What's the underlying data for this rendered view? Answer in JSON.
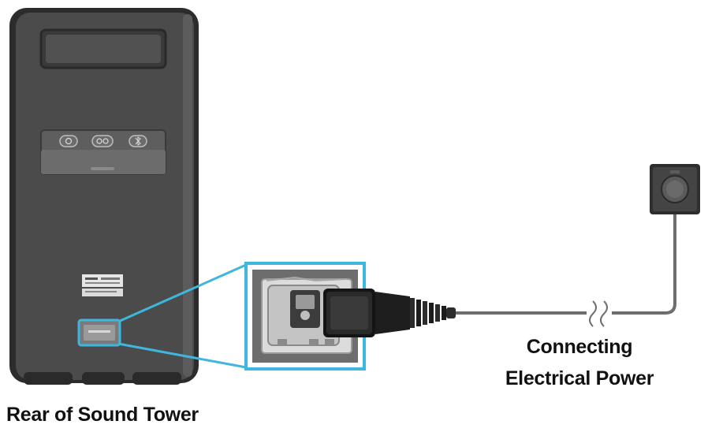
{
  "captions": {
    "rear_label": "Rear of Sound Tower",
    "power_line1": "Connecting",
    "power_line2": "Electrical Power"
  },
  "icons": {
    "tower": "speaker-tower-rear",
    "inset": "power-port-zoom",
    "plug": "power-cable-plug",
    "outlet": "wall-outlet"
  },
  "colors": {
    "tower_body": "#4a4a4a",
    "tower_edge": "#2b2b2b",
    "highlight": "#3fb6dd",
    "cable": "#6e6e6e",
    "outlet": "#3d3d3d"
  }
}
